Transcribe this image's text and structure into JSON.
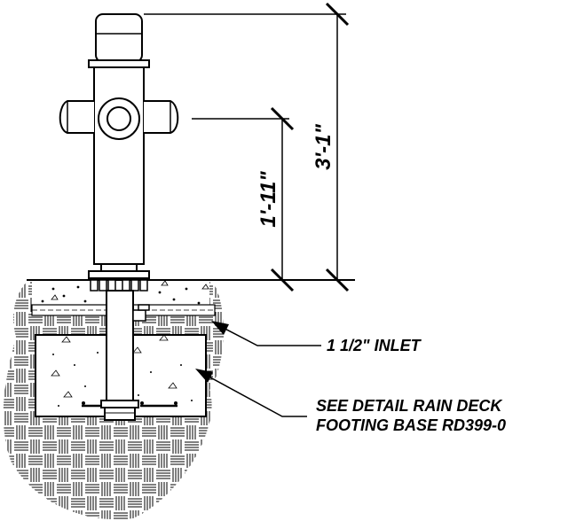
{
  "dimensions": {
    "overall_height": "3'-1\"",
    "inlet_height": "1'-11\""
  },
  "callouts": {
    "inlet": "1 1/2\" INLET",
    "footing_line1": "SEE DETAIL RAIN DECK",
    "footing_line2": "FOOTING BASE RD399-0"
  },
  "colors": {
    "line": "#000000",
    "background": "#ffffff"
  }
}
